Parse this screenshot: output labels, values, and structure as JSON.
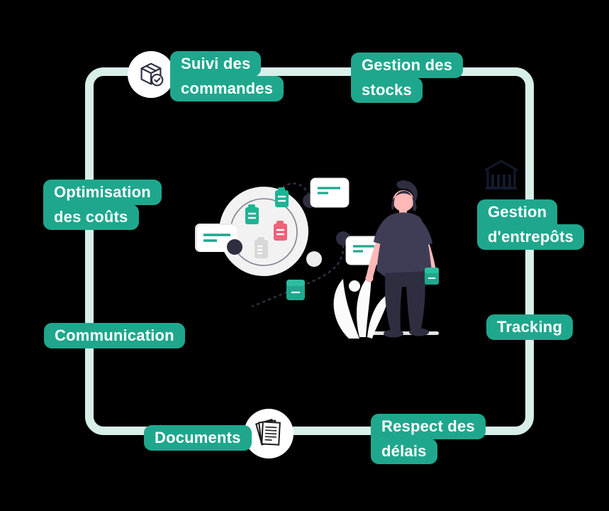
{
  "labels": {
    "suivi": {
      "line1": "Suivi des",
      "line2": "commandes"
    },
    "stocks": {
      "line1": "Gestion des",
      "line2": "stocks"
    },
    "optimisation": {
      "line1": "Optimisation",
      "line2": "des coûts"
    },
    "entrepots": {
      "line1": "Gestion",
      "line2": "d'entrepôts"
    },
    "communication": {
      "line1": "Communication"
    },
    "tracking": {
      "line1": "Tracking"
    },
    "documents": {
      "line1": "Documents"
    },
    "delais": {
      "line1": "Respect des",
      "line2": "délais"
    }
  },
  "icons": {
    "top_left": "package-check-icon",
    "bottom": "documents-stack-icon",
    "right": "warehouse-icon"
  },
  "colors": {
    "accent_teal": "#1fa78d",
    "accent_teal_light": "#2dbd9f",
    "frame_mint": "#d8efe9",
    "dark_navy": "#3f3d56",
    "node_navy": "#2f2e41",
    "skin": "#ffb8b8",
    "pink_doc": "#ee6179",
    "light_gray_circle": "#f2f2f2",
    "background": "#000000"
  }
}
